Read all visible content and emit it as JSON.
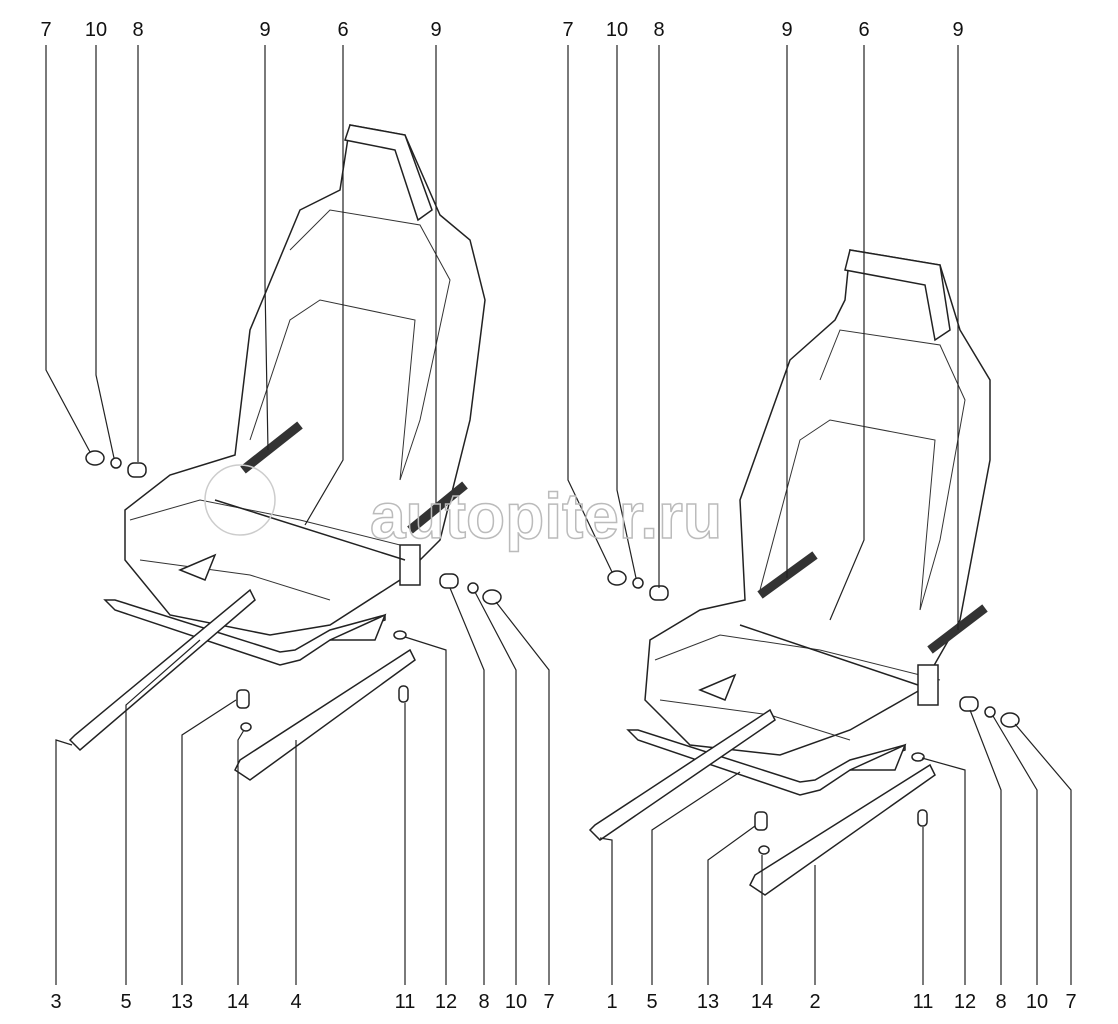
{
  "diagram": {
    "watermark": "autopiter.ru",
    "left_seat": {
      "top_labels": [
        "7",
        "10",
        "8",
        "9",
        "6",
        "9"
      ],
      "bottom_labels": [
        "3",
        "5",
        "13",
        "14",
        "4",
        "11",
        "12",
        "8",
        "10",
        "7"
      ]
    },
    "right_seat": {
      "top_labels": [
        "7",
        "10",
        "8",
        "9",
        "6",
        "9"
      ],
      "bottom_labels": [
        "1",
        "5",
        "13",
        "14",
        "2",
        "11",
        "12",
        "8",
        "10",
        "7"
      ]
    }
  }
}
